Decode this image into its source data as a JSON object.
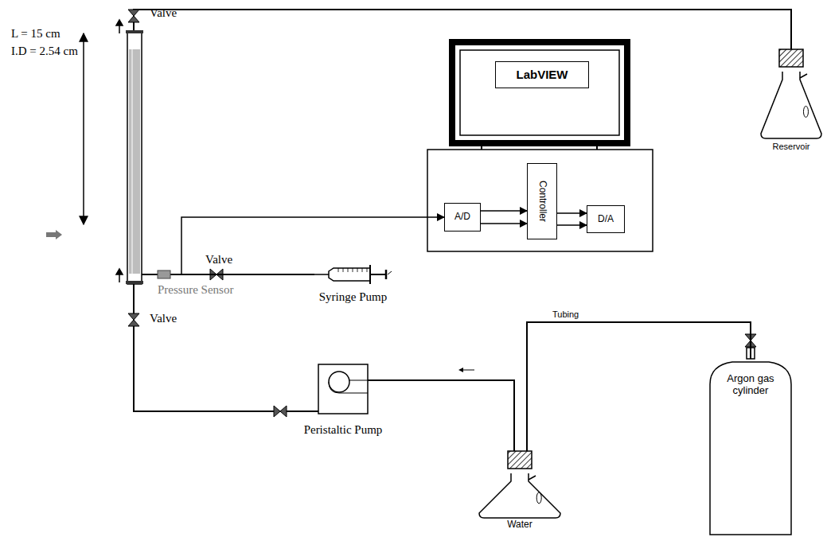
{
  "diagram": {
    "nodes": [
      {
        "text": [
          "LabVIEW"
        ]
      },
      {
        "text": [
          "Reservoir"
        ]
      },
      {
        "text": [
          "A/D"
        ]
      },
      {
        "text": [
          "Controller"
        ]
      },
      {
        "text": [
          "D/A"
        ]
      },
      {
        "text": [
          "Pressure Sensor"
        ]
      },
      {
        "text": [
          "Syringe Pump"
        ]
      },
      {
        "text": [
          "Peristaltic Pump"
        ]
      },
      {
        "text": [
          "Argon gas cylinder"
        ]
      },
      {
        "text": [
          "Water"
        ]
      }
    ],
    "edges": [
      {
        "from": 5,
        "to": 2,
        "arrow": "to"
      },
      {
        "from": 2,
        "to": 3,
        "arrow": "to"
      },
      {
        "from": 2,
        "to": 3,
        "arrow": "to"
      },
      {
        "from": 3,
        "to": 4,
        "arrow": "to"
      },
      {
        "from": 3,
        "to": 4,
        "arrow": "to"
      },
      {
        "from": 6,
        "to": 5,
        "arrow": "none"
      },
      {
        "from": 9,
        "to": 7,
        "arrow": "none"
      },
      {
        "from": 8,
        "to": 9,
        "label": "Tubing",
        "arrow": "none"
      }
    ],
    "labels": [
      "L = 15 cm",
      "I.D = 2.54 cm",
      "Valve",
      "Valve",
      "Valve"
    ]
  }
}
